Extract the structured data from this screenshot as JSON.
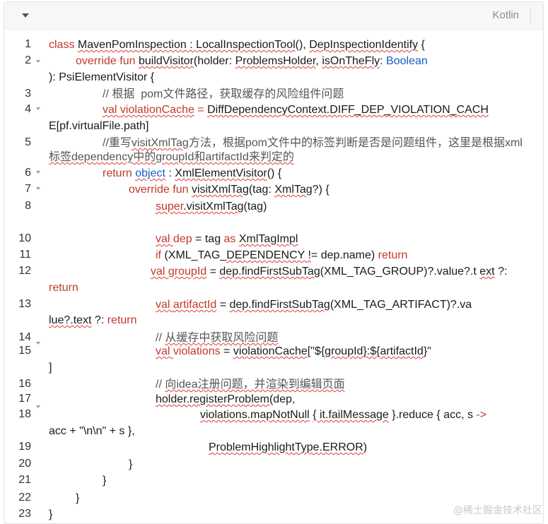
{
  "toolbar": {
    "language": "Kotlin"
  },
  "watermark": "@稀土掘金技术社区",
  "lines": [
    {
      "n": "1"
    },
    {
      "n": "2"
    },
    {
      "n": "3"
    },
    {
      "n": "4"
    },
    {
      "n": "5"
    },
    {
      "n": "6"
    },
    {
      "n": "7"
    },
    {
      "n": "8"
    },
    {
      "n": "10"
    },
    {
      "n": "11"
    },
    {
      "n": "12"
    },
    {
      "n": "13"
    },
    {
      "n": "14"
    },
    {
      "n": "15"
    },
    {
      "n": "16"
    },
    {
      "n": "17"
    },
    {
      "n": "18"
    },
    {
      "n": "19"
    },
    {
      "n": "20"
    },
    {
      "n": "21"
    },
    {
      "n": "22"
    },
    {
      "n": "23"
    }
  ],
  "code": {
    "l1_kw": "class ",
    "l1_name": "MavenPomInspection",
    "l1_sep": " : ",
    "l1_t1": "LocalInspectionTool",
    "l1_mid": "(), ",
    "l1_t2": "DepInspectionIdentify",
    "l1_end": " {",
    "l2_kw": "override fun ",
    "l2_fn": "buildVisitor",
    "l2_p": "(holder: ",
    "l2_t1": "ProblemsHolder",
    "l2_c": ", ",
    "l2_p2": "isOnTheFly",
    "l2_col": ": ",
    "l2_bool": "Boolean",
    "l2b": "): PsiElementVisitor {",
    "l3": "// 根据  pom文件路径，获取缓存的风险组件问题",
    "l4_kw": "val ",
    "l4_v": "violationCache",
    "l4_eq": " = ",
    "l4_r": "DiffDependencyContext.DIFF_DEP_VIOLATION_CACH",
    "l4b": "E[pf.virtualFile.path]",
    "l5a_pre": "//重写",
    "l5a_sq": "visitXmlTag",
    "l5a_post": "方法，根据pom文件中的标签判断是否是问题组件，这里是根据xml",
    "l5b": "标签dependency中的groupId和artifactId来判定的",
    "l6_kw": "return ",
    "l6_obj": "object",
    "l6_sep": " : ",
    "l6_t": "XmlElementVisitor",
    "l6_end": "() {",
    "l7_kw": "override fun ",
    "l7_fn": "visitXmlTag",
    "l7_p": "(tag: ",
    "l7_t": "XmlTag",
    "l7_end": "?) {",
    "l8_s": "super",
    "l8_rest": ".visitXmlTag",
    "l8_end": "(tag)",
    "l10_kw": "val ",
    "l10_v": "dep",
    "l10_mid": " = tag ",
    "l10_as": "as ",
    "l10_t": "XmlTagImpl",
    "l11_kw": "if ",
    "l11_a": "(XML_TAG_",
    "l11_sq": "DEPENDENCY !",
    "l11_b": "= dep.name) ",
    "l11_ret": "return",
    "l12_kw": "val ",
    "l12_v": "groupId",
    "l12_eq": " = ",
    "l12_sq": "dep.findFirstSubTag",
    "l12_rest": "(XML_TAG_GROUP)?.value?.t ",
    "l12_ext": "ext",
    "l12_end": " ?:",
    "l12b": "return",
    "l13_kw": "val ",
    "l13_v": "artifactId",
    "l13_eq": " = ",
    "l13_sq": "dep.findFirstSubTag",
    "l13_rest": "(XML_TAG_ARTIFACT)?.va",
    "l13b_sq": "lue?.text",
    "l13b_mid": " ?: ",
    "l13b_ret": "return",
    "l14_pre": "// ",
    "l14_sq": "从缓存中获取风险问题",
    "l15_kw": "val ",
    "l15_v": "violations",
    "l15_eq": " = ",
    "l15_sq": "violationCache",
    "l15_s1": "[\"${",
    "l15_g": "groupId",
    "l15_s2": "}:${",
    "l15_a": "artifactId",
    "l15_s3": "}\"",
    "l15b": "]",
    "l16_pre": "// ",
    "l16_sq": "向idea注册问题，并渲染到编辑页面",
    "l17_sq": "holder.registerProblem",
    "l17_rest": "(dep,",
    "l18_sq1": "violations.mapNotNull",
    "l18_sp": " ",
    "l18_sq2": "{ it.failMessage",
    "l18_rest": " }.reduce { acc, s ",
    "l18_arrow": "->",
    "l18b_a": "acc + ",
    "l18b_s": "\"\\n\\n\"",
    "l18b_b": " + s },",
    "l19_sq": "ProblemHighlightType.ERROR",
    "l19_end": ")",
    "l20": "}",
    "l21": "}",
    "l22": "}",
    "l23": "}"
  }
}
